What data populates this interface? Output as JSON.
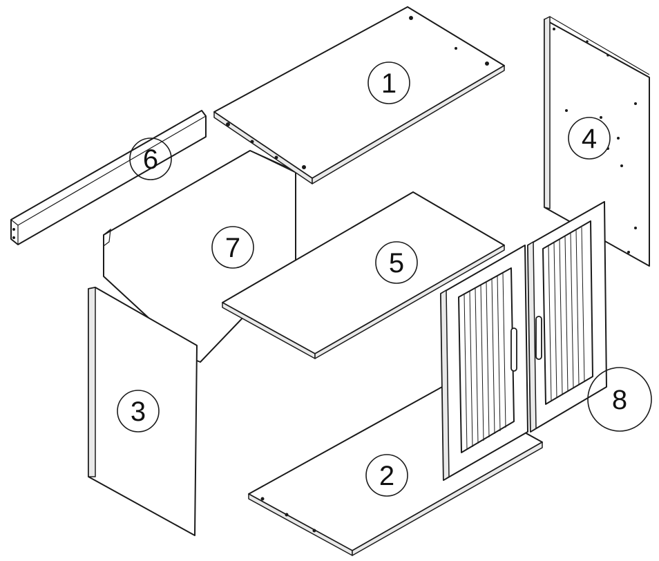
{
  "parts": [
    {
      "id": "top-panel",
      "label": "1"
    },
    {
      "id": "bottom-panel",
      "label": "2"
    },
    {
      "id": "left-side-panel",
      "label": "3"
    },
    {
      "id": "right-side-panel",
      "label": "4"
    },
    {
      "id": "shelf",
      "label": "5"
    },
    {
      "id": "rail",
      "label": "6"
    },
    {
      "id": "back-panel",
      "label": "7"
    },
    {
      "id": "doors",
      "label": "8"
    }
  ]
}
